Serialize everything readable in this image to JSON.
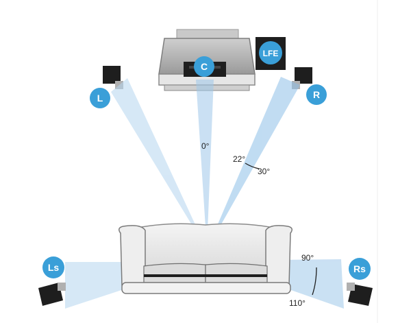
{
  "diagram": {
    "speakers": {
      "center": "C",
      "left": "L",
      "right": "R",
      "subwoofer": "LFE",
      "left_surround": "Ls",
      "right_surround": "Rs"
    },
    "angles": {
      "center": "0°",
      "front_min": "22°",
      "front_max": "30°",
      "surround_min": "90°",
      "surround_max": "110°"
    },
    "colors": {
      "badge": "#3a9fd8",
      "beam": "#9fc8ea",
      "speaker": "#1e1e1e"
    }
  }
}
